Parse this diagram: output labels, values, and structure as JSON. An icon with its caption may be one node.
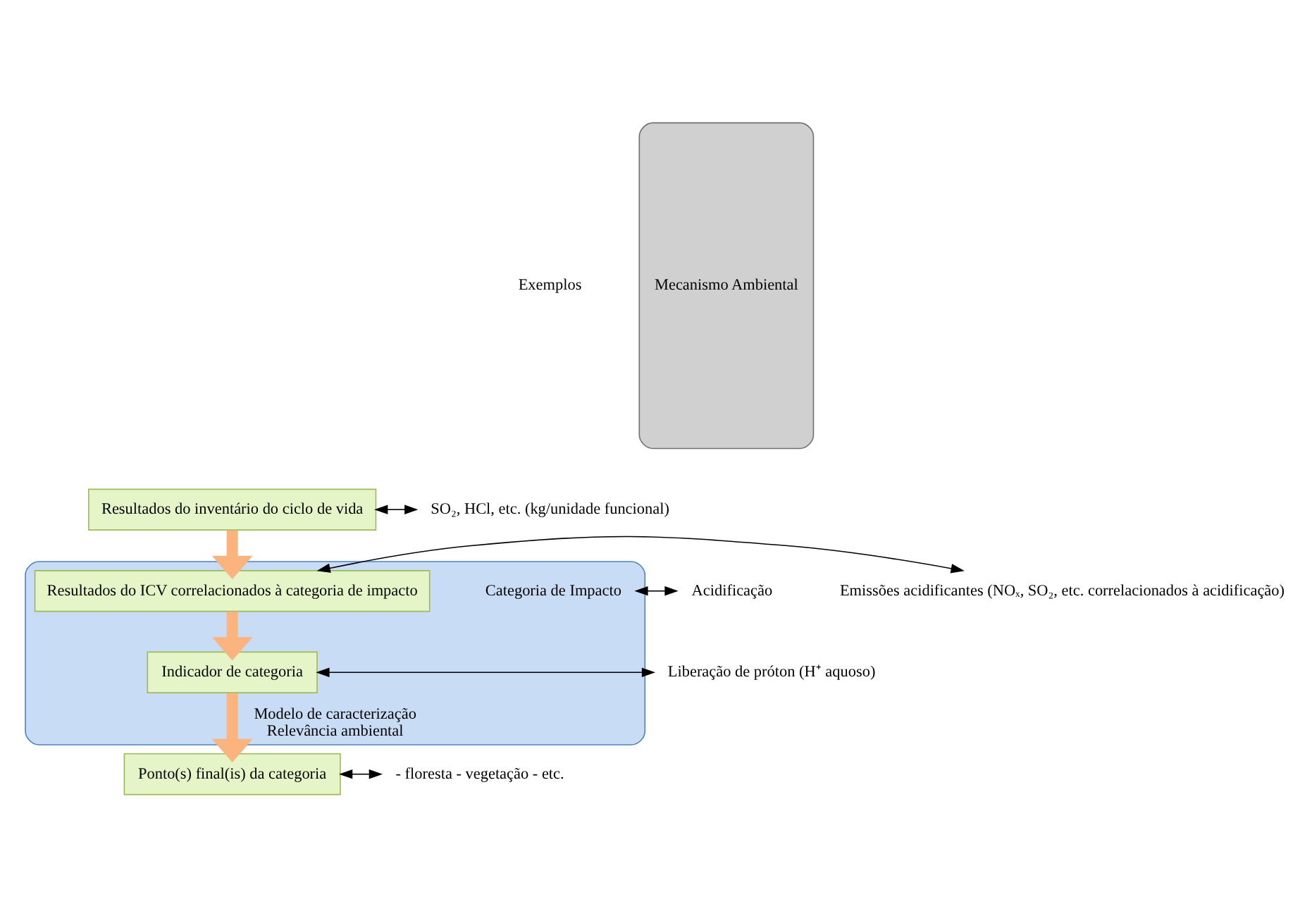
{
  "diagram": {
    "nodes": [
      {
        "text": [
          "Resultados do inventário do ciclo de vida"
        ]
      },
      {
        "text": [
          "SO₂, HCl, etc. (kg/unidade funcional)"
        ]
      },
      {
        "text": [
          "Modelo de caracterização",
          "Relevância ambiental"
        ]
      },
      {
        "text": [
          "Categoria de Impacto"
        ],
        "in": 2
      },
      {
        "text": [
          "Acidificação"
        ]
      },
      {
        "text": [
          "Resultados do ICV correlacionados à categoria de impacto"
        ],
        "in": 2
      },
      {
        "text": [
          "Emissões acidificantes (NOₓ, SO₂, etc. correlacionados à acidificação)"
        ]
      },
      {
        "text": [
          "Indicador de categoria"
        ],
        "in": 2
      },
      {
        "text": [
          "Liberação de próton (H⁺ aquoso)"
        ]
      },
      {
        "text": [
          "Ponto(s) final(is) da categoria"
        ]
      },
      {
        "text": [
          "- floresta - vegetação - etc."
        ]
      },
      {
        "text": [
          "Mecanismo Ambiental"
        ]
      }
    ],
    "edges": [
      {
        "from": 0,
        "to": 5,
        "arrow": "to",
        "style": "thick",
        "color": "#fbb47e"
      },
      {
        "from": 5,
        "to": 7,
        "arrow": "to",
        "style": "thick",
        "color": "#fbb47e"
      },
      {
        "from": 7,
        "to": 9,
        "arrow": "to",
        "style": "thick",
        "color": "#fbb47e"
      },
      {
        "from": 0,
        "to": 1,
        "arrow": "both"
      },
      {
        "from": 3,
        "to": 4,
        "arrow": "both"
      },
      {
        "from": 5,
        "to": 6,
        "arrow": "both"
      },
      {
        "from": 7,
        "to": 8,
        "arrow": "both"
      },
      {
        "from": 9,
        "to": 10,
        "arrow": "both"
      }
    ],
    "labels": [
      "Exemplos"
    ]
  }
}
